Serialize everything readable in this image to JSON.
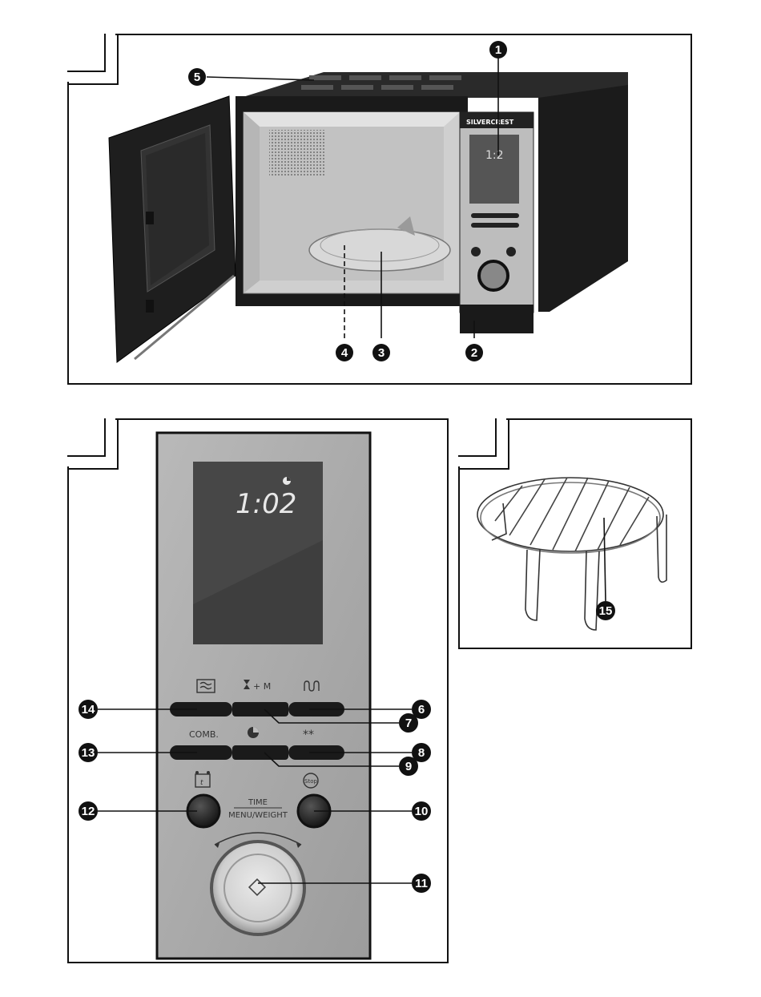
{
  "colors": {
    "ink": "#111111",
    "paper": "#ffffff",
    "panel_grey": "#a9a9a9",
    "display_dark": "#3a3a3a",
    "display_digits": "#e8e8e8"
  },
  "figure1": {
    "brand": "SILVERCREST",
    "display_text": "1:2",
    "callouts": [
      "1",
      "2",
      "3",
      "4",
      "5"
    ]
  },
  "figure2": {
    "display_time": "1:02",
    "labels": {
      "combi": "COMB.",
      "time": "TIME",
      "menu_weight": "MENU/WEIGHT",
      "stop": "Stop"
    },
    "callouts_left": [
      "14",
      "13",
      "12"
    ],
    "callouts_right": [
      "6",
      "7",
      "8",
      "9",
      "10",
      "11"
    ]
  },
  "figure3": {
    "callouts": [
      "15"
    ]
  }
}
